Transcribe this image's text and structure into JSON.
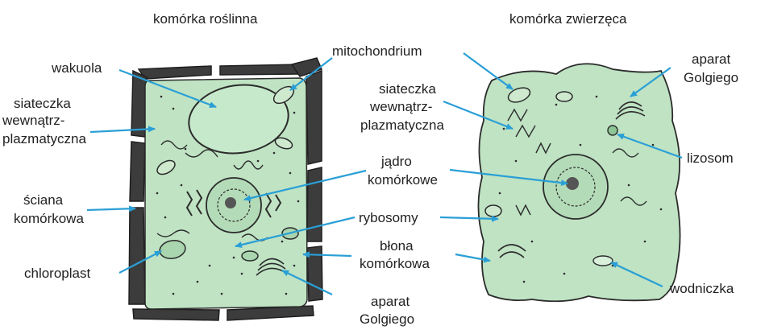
{
  "titles": {
    "plant": "komórka roślinna",
    "animal": "komórka zwierzęca"
  },
  "plant_labels": {
    "vacuole": "wakuola",
    "er_1": "siateczka",
    "er_2": "wewnątrz-",
    "er_3": "plazmatyczna",
    "wall_1": "ściana",
    "wall_2": "komórkowa",
    "chloroplast": "chloroplast",
    "mitochondrion": "mitochondrium",
    "nucleus_1": "jądro",
    "nucleus_2": "komórkowe",
    "ribosomes": "rybosomy",
    "membrane_1": "błona",
    "membrane_2": "komórkowa",
    "golgi_1": "aparat",
    "golgi_2": "Golgiego"
  },
  "animal_labels": {
    "er_1": "siateczka",
    "er_2": "wewnątrz-",
    "er_3": "plazmatyczna",
    "golgi_1": "aparat",
    "golgi_2": "Golgiego",
    "lysosome": "lizosom",
    "vesicle": "wodniczka"
  },
  "colors": {
    "cytoplasm": "#bfe3c3",
    "wall": "#3a3a3a",
    "arrow": "#2a9fd6",
    "outline": "#2b2b2b"
  }
}
